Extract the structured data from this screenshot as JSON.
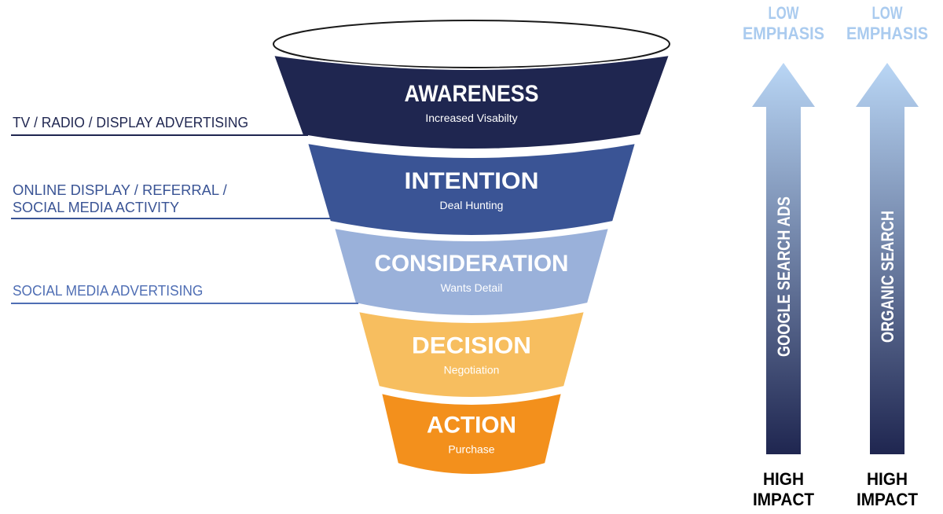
{
  "funnel": {
    "stages": [
      {
        "title": "AWARENESS",
        "subtitle": "Increased Visabilty",
        "color": "#1f2650",
        "text_color": "#ffffff",
        "sub_color": "#ffffff"
      },
      {
        "title": "INTENTION",
        "subtitle": "Deal Hunting",
        "color": "#3a5495",
        "text_color": "#ffffff",
        "sub_color": "#ffffff"
      },
      {
        "title": "CONSIDERATION",
        "subtitle": "Wants Detail",
        "color": "#9ab1da",
        "text_color": "#ffffff",
        "sub_color": "#ffffff"
      },
      {
        "title": "DECISION",
        "subtitle": "Negotiation",
        "color": "#f7be5f",
        "text_color": "#ffffff",
        "sub_color": "#ffffff"
      },
      {
        "title": "ACTION",
        "subtitle": "Purchase",
        "color": "#f3901c",
        "text_color": "#ffffff",
        "sub_color": "#ffffff"
      }
    ]
  },
  "channels": [
    {
      "lines": [
        "TV / RADIO / DISPLAY ADVERTISING"
      ],
      "color": "#1f2650"
    },
    {
      "lines": [
        "ONLINE DISPLAY / REFERRAL /",
        "SOCIAL MEDIA ACTIVITY"
      ],
      "color": "#3a5495"
    },
    {
      "lines": [
        "SOCIAL MEDIA ADVERTISING"
      ],
      "color": "#4f6eb4"
    }
  ],
  "arrows": [
    {
      "label": "GOOGLE SEARCH ADS",
      "top_label": [
        "LOW",
        "EMPHASIS"
      ],
      "bottom_label": [
        "HIGH",
        "IMPACT"
      ]
    },
    {
      "label": "ORGANIC SEARCH",
      "top_label": [
        "LOW",
        "EMPHASIS"
      ],
      "bottom_label": [
        "HIGH",
        "IMPACT"
      ]
    }
  ],
  "colors": {
    "arrow_top": "#b9d6f5",
    "arrow_bottom": "#1f2650",
    "low_emphasis_text": "#aacbef",
    "high_impact_text": "#000000"
  }
}
